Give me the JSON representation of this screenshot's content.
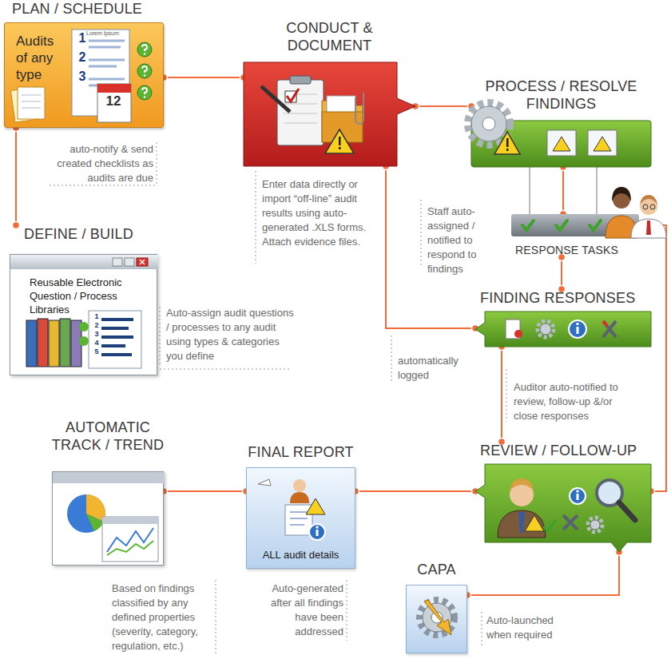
{
  "diagram": {
    "nodes": [
      {
        "text": [
          "PLAN / SCHEDULE",
          "Audits of any type"
        ]
      },
      {
        "text": [
          "CONDUCT & DOCUMENT"
        ]
      },
      {
        "text": [
          "PROCESS / RESOLVE FINDINGS"
        ]
      },
      {
        "text": [
          "RESPONSE TASKS"
        ]
      },
      {
        "text": [
          "DEFINE / BUILD",
          "Reusable Electronic Question / Process Libraries"
        ]
      },
      {
        "text": [
          "FINDING RESPONSES"
        ]
      },
      {
        "text": [
          "AUTOMATIC TRACK / TREND"
        ]
      },
      {
        "text": [
          "FINAL REPORT",
          "ALL audit details"
        ]
      },
      {
        "text": [
          "REVIEW / FOLLOW-UP"
        ]
      },
      {
        "text": [
          "CAPA"
        ]
      }
    ],
    "edges": [
      {
        "from": 0,
        "to": 1,
        "arrow": "none"
      },
      {
        "from": 0,
        "to": 4,
        "arrow": "none"
      },
      {
        "from": 1,
        "to": 2,
        "arrow": "none"
      },
      {
        "from": 2,
        "to": 3,
        "arrow": "none"
      },
      {
        "from": 3,
        "to": 5,
        "arrow": "none"
      },
      {
        "from": 1,
        "to": 5,
        "arrow": "none"
      },
      {
        "from": 5,
        "to": 8,
        "arrow": "none"
      },
      {
        "from": 3,
        "to": 8,
        "arrow": "none"
      },
      {
        "from": 8,
        "to": 7,
        "arrow": "none"
      },
      {
        "from": 7,
        "to": 6,
        "arrow": "none"
      },
      {
        "from": 8,
        "to": 9,
        "arrow": "none"
      }
    ],
    "labels": [
      "1",
      "2",
      "3",
      "12",
      "auto-notify & send created checklists as audits are due",
      "Enter data directly or import “off-line” audit results using auto-generated .XLS forms. Attach evidence files.",
      "Staff auto-assigned / notified to respond to findings",
      "Auto-assign audit questions / processes to any audit using types & categories you define",
      "automatically logged",
      "Auditor auto-notified to review, follow-up &/or close responses",
      "Based on findings classified by any defined properties (severity, category, regulation, etc.)",
      "Auto-generated after all findings have been addressed",
      "Auto-launched when required",
      "Lorem Ipsum",
      "1",
      "2",
      "3",
      "4",
      "5"
    ]
  }
}
